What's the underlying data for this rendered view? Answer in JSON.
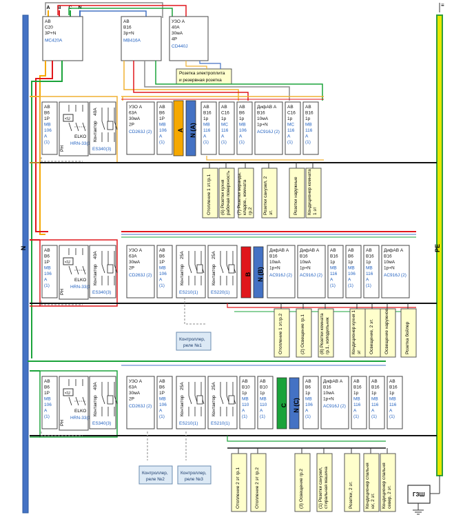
{
  "phases": [
    "A",
    "B",
    "C",
    "N"
  ],
  "buses": {
    "n_label": "N",
    "pe_label": "PE"
  },
  "colors": {
    "phase_a": "#f5a800",
    "phase_b": "#e0161b",
    "phase_c": "#1aa33a",
    "neutral": "#4472c4",
    "pe_yellow": "#e8e800",
    "pe_green": "#2e9e3a",
    "box_fill": "#ffffcc",
    "ctrl_fill": "#dce9f5"
  },
  "top_devices": [
    {
      "lines": [
        "АВ",
        "С20",
        "3Р+N"
      ],
      "model": "MC420A"
    },
    {
      "lines": [
        "АВ",
        "В16",
        "3р+N"
      ],
      "model": "MB416A"
    },
    {
      "lines": [
        "УЗО А",
        "40A",
        "30мА",
        "4P"
      ],
      "model": "CD440J"
    }
  ],
  "range_label": "Розетка электроплита и резервная розетка",
  "rows": [
    {
      "relay": {
        "ph": "РН",
        "brand": "ELKO",
        "model": "HRN-33(1)",
        "u": "<U"
      },
      "contactor": {
        "rating": "40A",
        "label": "Контактор",
        "model": "ES340(3)"
      },
      "rcd": {
        "lines": [
          "УЗО А",
          "63А",
          "30мА",
          "2Р"
        ],
        "model": "CD263J (2)"
      },
      "main_breaker": {
        "lines": [
          "АВ",
          "В6",
          "1Р"
        ],
        "model": "MB 106 A (1)"
      },
      "phase_label": "A",
      "n_label": "N (A)",
      "breakers": [
        {
          "lines": [
            "АВ",
            "В16",
            "1р"
          ],
          "model": "MB 116 A (1)"
        },
        {
          "lines": [
            "АВ",
            "С16",
            "1р"
          ],
          "model": "MC 116 A (1)"
        },
        {
          "lines": [
            "АВ",
            "В6",
            "1р"
          ],
          "model": "MB 106 A (1)"
        },
        {
          "lines": [
            "ДифАВ А",
            "В16",
            "10мА",
            "1р+N"
          ],
          "model": "AC916J (2)",
          "wide": true
        },
        {
          "lines": [
            "АВ",
            "С16",
            "1р"
          ],
          "model": "MC 116 A (1)"
        },
        {
          "lines": [
            "АВ",
            "В16",
            "1р"
          ],
          "model": "MB 116 A (1)"
        }
      ],
      "loads": [
        "Отопление 1 эт.гр.1",
        "(6) Розетки кухня рабочая поверхность",
        "(7) Розетки веранда, кладов., комната гр.2",
        "Розетки санузел, 2 эт.",
        "Розетки наружные",
        "Кондиционер комната 1 эт"
      ]
    },
    {
      "relay": {
        "ph": "РН",
        "brand": "ELKO",
        "model": "HRN-33(1)",
        "u": "<U"
      },
      "contactor": {
        "rating": "40A",
        "label": "Контактор",
        "model": "ES340(3)"
      },
      "rcd": {
        "lines": [
          "УЗО А",
          "63А",
          "30мА",
          "2Р"
        ],
        "model": "CD263J (2)"
      },
      "main_breaker": {
        "lines": [
          "АВ",
          "В6",
          "1Р"
        ],
        "model": "MB 106 A (1)"
      },
      "aux_contactors": [
        {
          "rating": "25A",
          "label": "Контактор",
          "model": "ES210(1)"
        },
        {
          "rating": "25A",
          "label": "Контактор",
          "model": "ES220(1)"
        }
      ],
      "phase_label": "B",
      "n_label": "N (B)",
      "breakers": [
        {
          "lines": [
            "ДифАВ А",
            "В16",
            "10мА",
            "1р+N"
          ],
          "model": "AC916J (2)",
          "wide": true
        },
        {
          "lines": [
            "ДифАВ А",
            "В16",
            "10мА",
            "1р+N"
          ],
          "model": "AC916J (2)",
          "wide": true
        },
        {
          "lines": [
            "АВ",
            "В16",
            "1р"
          ],
          "model": "MB 116 A (1)"
        },
        {
          "lines": [
            "АВ",
            "В6",
            "1р"
          ],
          "model": "MB 106 A (1)"
        },
        {
          "lines": [
            "АВ",
            "В16",
            "1р"
          ],
          "model": "MB 116 A (1)"
        },
        {
          "lines": [
            "ДифАВ А",
            "В16",
            "10мА",
            "1р+N"
          ],
          "model": "AC916J (2)",
          "wide": true
        }
      ],
      "loads": [
        "Отопление 1 эт.гр.2",
        "(2) Освещение гр.1",
        "(8) Розетки комната гр.1, холодильник",
        "Кондиционер кухня 1 эт",
        "Освещение, 2 эт.",
        "Освещение наружное",
        "Розетка бойлер"
      ],
      "controller": "Контроллер, реле №1"
    },
    {
      "relay": {
        "ph": "РН",
        "brand": "ELKO",
        "model": "HRN-33(1)",
        "u": "<U"
      },
      "contactor": {
        "rating": "40A",
        "label": "Контактор",
        "model": "ES340(3)"
      },
      "rcd": {
        "lines": [
          "УЗО А",
          "63А",
          "30мА",
          "2Р"
        ],
        "model": "CD263J (2)"
      },
      "main_breaker": {
        "lines": [
          "АВ",
          "В6",
          "1Р"
        ],
        "model": "MB 106 A (1)"
      },
      "aux_contactors": [
        {
          "rating": "25A",
          "label": "Контактор",
          "model": "ES210(1)"
        },
        {
          "rating": "25A",
          "label": "Контактор",
          "model": "ES210(1)"
        }
      ],
      "phase_label": "C",
      "n_label": "N (C)",
      "pre_breakers": [
        {
          "lines": [
            "АВ",
            "В10",
            "1р"
          ],
          "model": "MB 110 A (1)"
        },
        {
          "lines": [
            "АВ",
            "В10",
            "1р"
          ],
          "model": "MB 110 A (1)"
        }
      ],
      "breakers": [
        {
          "lines": [
            "АВ",
            "В6",
            "1р"
          ],
          "model": "MB 106 A (1)"
        },
        {
          "lines": [
            "ДифАВ А",
            "В16",
            "10мА",
            "1р+N"
          ],
          "model": "AC916J (2)",
          "wide": true
        },
        {
          "lines": [
            "АВ",
            "В16",
            "1р"
          ],
          "model": "MB 116 A (1)"
        },
        {
          "lines": [
            "АВ",
            "В16",
            "1р"
          ],
          "model": "MB 116 A (1)"
        },
        {
          "lines": [
            "АВ",
            "В16",
            "1р"
          ],
          "model": "MB 116 A (1)"
        }
      ],
      "loads": [
        "Отопление 2 эт гр.1",
        "Отопление 2 эт гр.2",
        "(3) Освещение гр.2",
        "(1) Розетки санузел, стиральная машина",
        "Розетки, 2 эт.",
        "Кондиционер спальня юг, 2 эт.",
        "Кондиционер спальня север, 2 эт."
      ],
      "controllers": [
        "Контроллер, реле №2",
        "Контроллер, реле №3"
      ]
    }
  ],
  "gzsh_label": "ГЗШ"
}
